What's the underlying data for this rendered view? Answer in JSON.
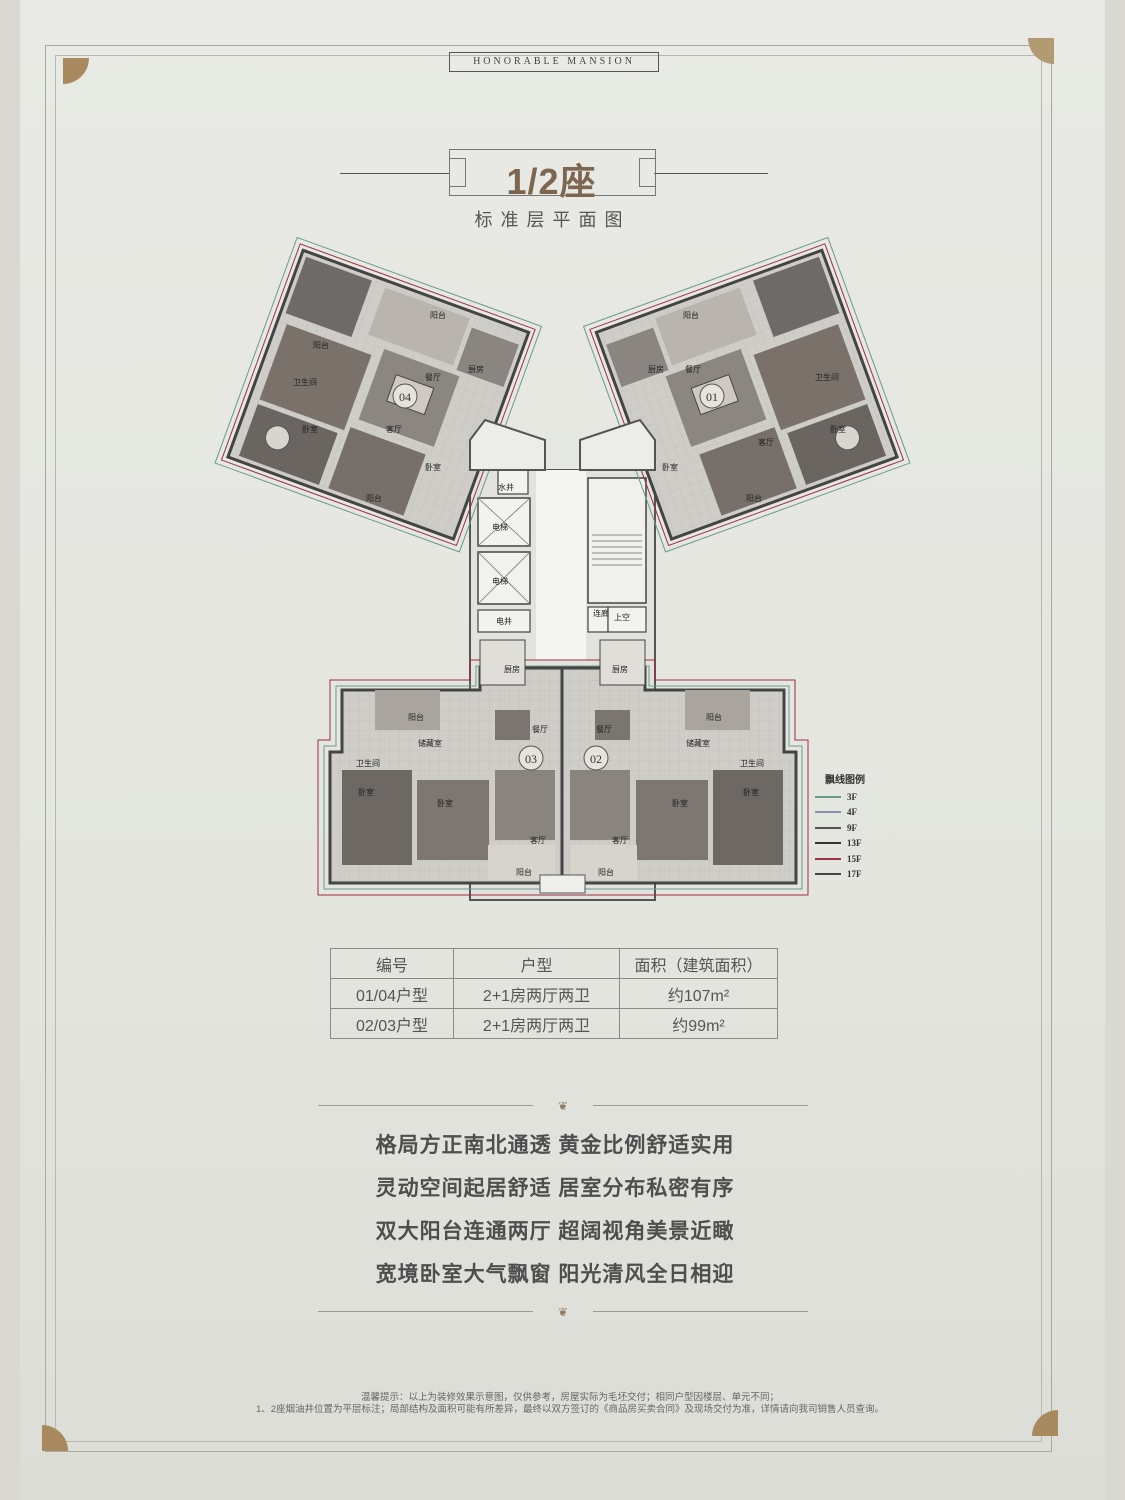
{
  "brand": "HONORABLE MANSION",
  "title": "1/2座",
  "subtitle": "标准层平面图",
  "plan": {
    "units": [
      "04",
      "01",
      "03",
      "02"
    ],
    "rooms": {
      "balcony": "阳台",
      "dining": "餐厅",
      "living": "客厅",
      "bedroom": "卧室",
      "bathroom": "卫生间",
      "kitchen": "厨房",
      "storage": "储藏室",
      "water_shaft": "水井",
      "elevator": "电梯",
      "power_shaft": "电井",
      "upper_air": "上空",
      "link": "连廊"
    }
  },
  "legend": {
    "title": "飘线图例",
    "items": [
      {
        "label": "3F",
        "color": "#6a9a8c"
      },
      {
        "label": "4F",
        "color": "#8a8fb0"
      },
      {
        "label": "9F",
        "color": "#555555"
      },
      {
        "label": "13F",
        "color": "#333333"
      },
      {
        "label": "15F",
        "color": "#9b3040"
      },
      {
        "label": "17F",
        "color": "#444444"
      }
    ]
  },
  "table": {
    "headers": [
      "编号",
      "户型",
      "面积（建筑面积）"
    ],
    "rows": [
      [
        "01/04户型",
        "2+1房两厅两卫",
        "约107m²"
      ],
      [
        "02/03户型",
        "2+1房两厅两卫",
        "约99m²"
      ]
    ]
  },
  "features": [
    "格局方正南北通透 黄金比例舒适实用",
    "灵动空间起居舒适 居室分布私密有序",
    "双大阳台连通两厅 超阔视角美景近瞰",
    "宽境卧室大气飘窗 阳光清风全日相迎"
  ],
  "notes": [
    "温馨提示：以上为装修效果示意图，仅供参考，房屋实际为毛坯交付；相同户型因楼层、单元不同；",
    "1、2座烟油井位置为平层标注；局部结构及面积可能有所差异，最终以双方签订的《商品房买卖合同》及现场交付为准，详情请向我司销售人员查询。"
  ]
}
